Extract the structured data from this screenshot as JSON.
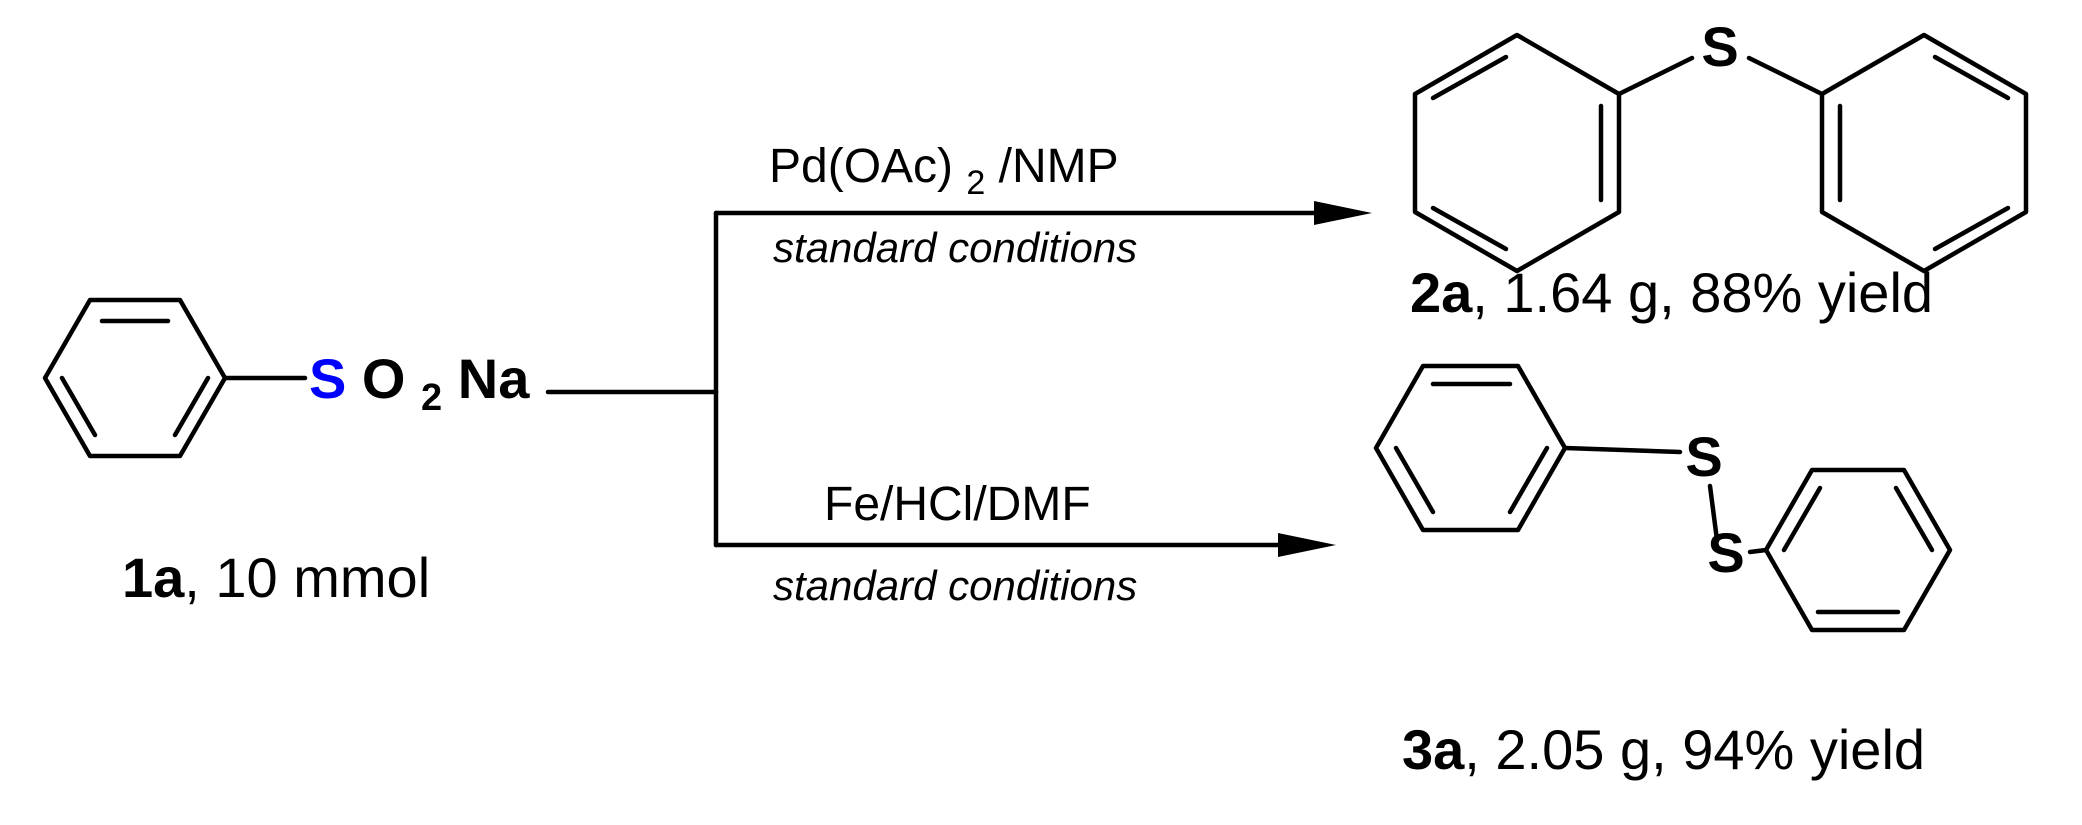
{
  "colors": {
    "heteroatom": "#0000FF",
    "ink": "#000000",
    "background": "#FFFFFF"
  },
  "starting_material": {
    "atom_s": "S",
    "atom_o": "O",
    "sub_2": "2",
    "atom_na": "Na",
    "label_id": "1a",
    "label_rest": ", 10 mmol"
  },
  "route_top": {
    "reagent_main": "Pd(OAc)",
    "reagent_sub": "2",
    "reagent_tail": "/NMP",
    "conditions": "standard conditions"
  },
  "route_bottom": {
    "reagent": "Fe/HCl/DMF",
    "conditions": "standard conditions"
  },
  "product_top": {
    "atom_s": "S",
    "label_id": "2a",
    "label_rest": ", 1.64 g, 88% yield"
  },
  "product_bottom": {
    "atom_s1": "S",
    "atom_s2": "S",
    "label_id": "3a",
    "label_rest": ", 2.05 g, 94% yield"
  }
}
